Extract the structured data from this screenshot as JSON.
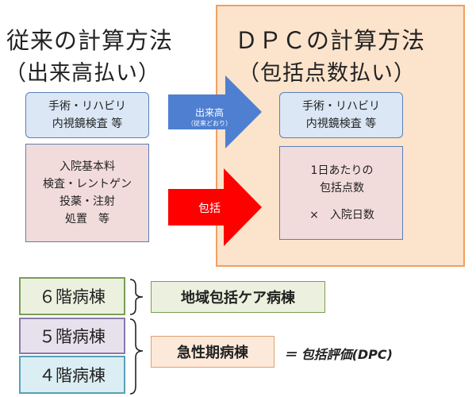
{
  "left": {
    "title": "従来の計算方法",
    "subtitle": "（出来高払い）",
    "top_box": "手術・リハビリ\n内視鏡検査 等",
    "bottom_box": "入院基本料\n検査・レントゲン\n投薬・注射\n処置　等"
  },
  "right": {
    "title": "ＤＰＣの計算方法",
    "subtitle": "（包括点数払い）",
    "top_box": "手術・リハビリ\n内視鏡検査 等",
    "bottom_line1": "1日あたりの\n包括点数",
    "bottom_line2": "×　入院日数"
  },
  "arrows": {
    "blue_label": "出来高",
    "blue_sublabel": "（従来どおり）",
    "red_label": "包括",
    "blue_color": "#4f7fd0",
    "red_color": "#ff0000"
  },
  "floors": [
    {
      "label": "６階病棟"
    },
    {
      "label": "５階病棟"
    },
    {
      "label": "４階病棟"
    }
  ],
  "wards": {
    "community": "地域包括ケア病棟",
    "acute": "急性期病棟",
    "acute_note": "＝ 包括評価(DPC)"
  }
}
